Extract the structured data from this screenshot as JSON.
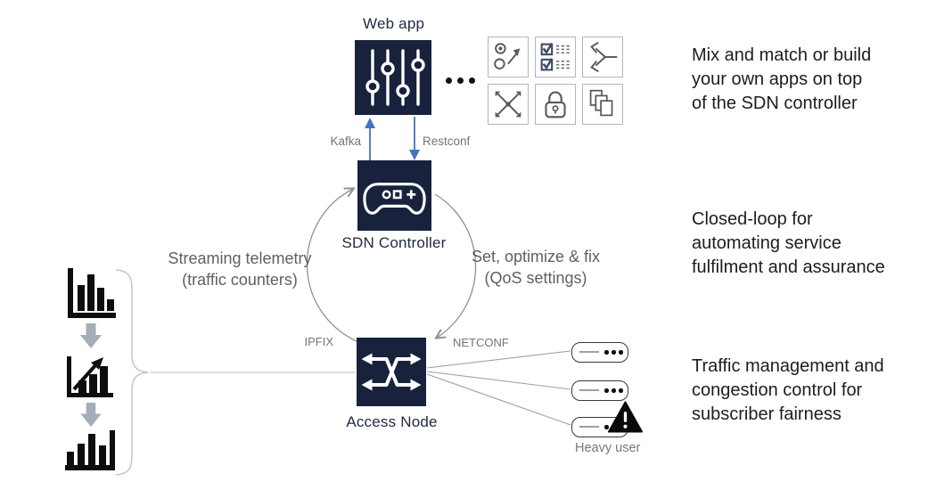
{
  "nodes": {
    "web_app": {
      "label": "Web app"
    },
    "sdn_controller": {
      "label": "SDN Controller"
    },
    "access_node": {
      "label": "Access Node"
    }
  },
  "connectors": {
    "kafka": "Kafka",
    "restconf": "Restconf",
    "ipfix": "IPFIX",
    "netconf": "NETCONF"
  },
  "loop": {
    "telemetry": {
      "line1": "Streaming telemetry",
      "line2": "(traffic counters)"
    },
    "control": {
      "line1": "Set, optimize & fix",
      "line2": "(QoS settings)"
    }
  },
  "annotations": {
    "apps": {
      "line1": "Mix and match or build",
      "line2": "your own apps on top",
      "line3": "of the SDN controller"
    },
    "closed_loop": {
      "line1": "Closed-loop for",
      "line2": "automating service",
      "line3": "fulfilment and assurance"
    },
    "traffic": {
      "line1": "Traffic management and",
      "line2": "congestion control for",
      "line3": "subscriber fairness"
    }
  },
  "subscribers": {
    "heavy_user": "Heavy user"
  },
  "ellipsis": "...",
  "app_icons": [
    "ab-test-icon",
    "checklist-icon",
    "split-arrows-icon",
    "cross-arrows-icon",
    "lock-icon",
    "copies-icon"
  ],
  "flow_icons": [
    "bar-chart-icon",
    "down-arrow-icon",
    "trend-chart-icon",
    "down-arrow-icon",
    "bar-chart-right-axis-icon"
  ],
  "colors": {
    "node_navy": "#18223D",
    "arrow_blue": "#4472C4",
    "diagram_gray": "#8d9297",
    "label_gray": "#5d6066",
    "text_black": "#1d1d1f"
  }
}
